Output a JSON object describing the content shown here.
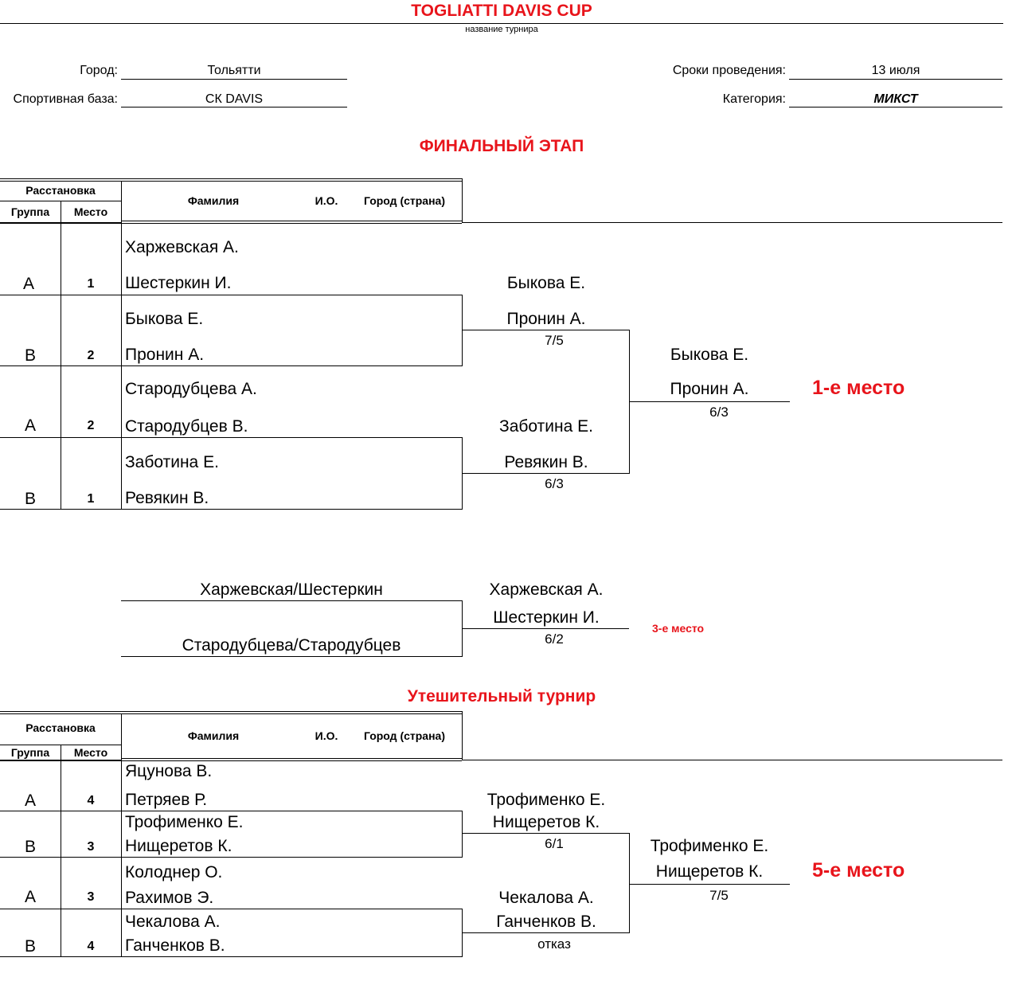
{
  "header": {
    "title": "TOGLIATTI DAVIS CUP",
    "subtitle": "название турнира",
    "city_label": "Город:",
    "city_value": "Тольятти",
    "venue_label": "Спортивная база:",
    "venue_value": "СК DAVIS",
    "dates_label": "Сроки проведения:",
    "dates_value": "13 июля",
    "category_label": "Категория:",
    "category_value": "МИКСТ"
  },
  "colors": {
    "accent": "#e8141b",
    "text": "#000000"
  },
  "table_headers": {
    "seeding": "Расстановка",
    "group": "Группа",
    "place": "Место",
    "surname": "Фамилия",
    "initials": "И.О.",
    "city": "Город (страна)"
  },
  "final_stage": {
    "title": "ФИНАЛЬНЫЙ ЭТАП",
    "entries": [
      {
        "group": "A",
        "place": "1",
        "player1": "Харжевская А.",
        "player2": "Шестеркин И."
      },
      {
        "group": "B",
        "place": "2",
        "player1": "Быкова Е.",
        "player2": "Пронин А."
      },
      {
        "group": "A",
        "place": "2",
        "player1": "Стародубцева А.",
        "player2": "Стародубцев В."
      },
      {
        "group": "B",
        "place": "1",
        "player1": "Заботина Е.",
        "player2": "Ревякин В."
      }
    ],
    "semifinals": [
      {
        "winner1": "Быкова Е.",
        "winner2": "Пронин А.",
        "score": "7/5"
      },
      {
        "winner1": "Заботина Е.",
        "winner2": "Ревякин В.",
        "score": "6/3"
      }
    ],
    "final": {
      "winner1": "Быкова Е.",
      "winner2": "Пронин А.",
      "score": "6/3",
      "result": "1-е место"
    },
    "third_place": {
      "team1": "Харжевская/Шестеркин",
      "team2": "Стародубцева/Стародубцев",
      "winner1": "Харжевская А.",
      "winner2": "Шестеркин И.",
      "score": "6/2",
      "result": "3-е место"
    }
  },
  "consolation": {
    "title": "Утешительный турнир",
    "entries": [
      {
        "group": "A",
        "place": "4",
        "player1": "Яцунова В.",
        "player2": "Петряев Р."
      },
      {
        "group": "B",
        "place": "3",
        "player1": "Трофименко Е.",
        "player2": "Нищеретов К."
      },
      {
        "group": "A",
        "place": "3",
        "player1": "Колоднер О.",
        "player2": "Рахимов Э."
      },
      {
        "group": "B",
        "place": "4",
        "player1": "Чекалова А.",
        "player2": "Ганченков В."
      }
    ],
    "semifinals": [
      {
        "winner1": "Трофименко Е.",
        "winner2": "Нищеретов К.",
        "score": "6/1"
      },
      {
        "winner1": "Чекалова А.",
        "winner2": "Ганченков В.",
        "score": "отказ"
      }
    ],
    "final": {
      "winner1": "Трофименко Е.",
      "winner2": "Нищеретов К.",
      "score": "7/5",
      "result": "5-е место"
    }
  }
}
